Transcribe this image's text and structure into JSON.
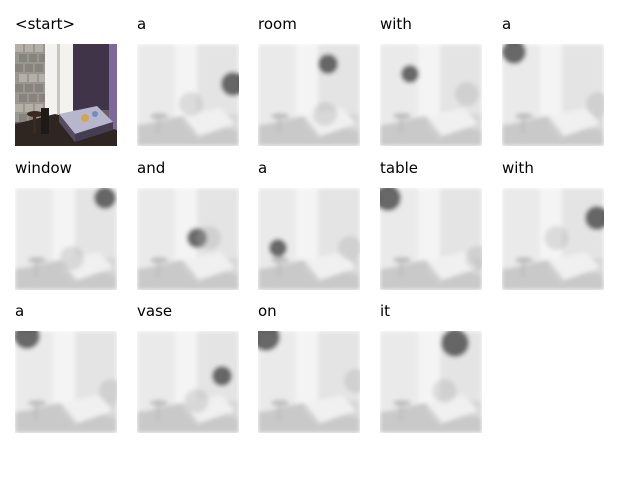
{
  "figure": {
    "panels": [
      {
        "word": "<start>",
        "kind": "original"
      },
      {
        "word": "a",
        "kind": "attention"
      },
      {
        "word": "room",
        "kind": "attention"
      },
      {
        "word": "with",
        "kind": "attention"
      },
      {
        "word": "a",
        "kind": "attention"
      },
      {
        "word": "window",
        "kind": "attention"
      },
      {
        "word": "and",
        "kind": "attention"
      },
      {
        "word": "a",
        "kind": "attention"
      },
      {
        "word": "table",
        "kind": "attention"
      },
      {
        "word": "with",
        "kind": "attention"
      },
      {
        "word": "a",
        "kind": "attention"
      },
      {
        "word": "vase",
        "kind": "attention"
      },
      {
        "word": "on",
        "kind": "attention"
      },
      {
        "word": "it",
        "kind": "attention"
      }
    ]
  }
}
